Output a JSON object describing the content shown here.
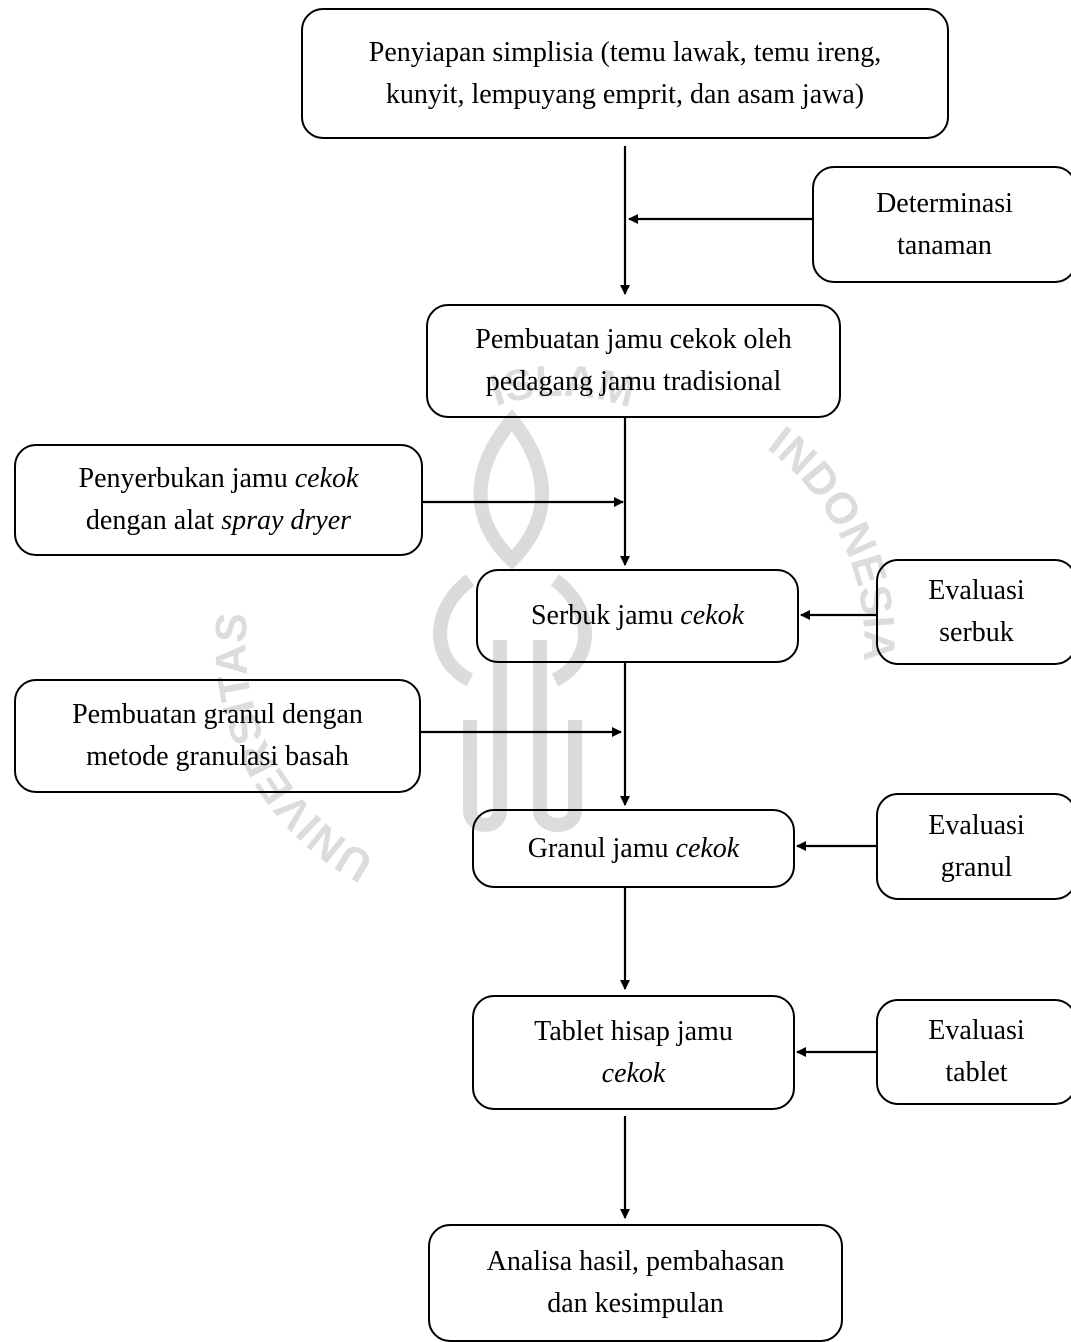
{
  "watermark": {
    "top_text": "ISLAM",
    "left_text": "UNIVERSITAS",
    "right_text": "INDONESIA"
  },
  "boxes": {
    "preparation": {
      "line1": "Penyiapan simplisia (temu lawak, temu ireng,",
      "line2": "kunyit, lempuyang emprit, dan asam jawa)"
    },
    "determination": {
      "line1": "Determinasi",
      "line2": "tanaman"
    },
    "making_jamu": {
      "line1": "Pembuatan jamu cekok oleh",
      "line2": "pedagang jamu tradisional"
    },
    "powdering": {
      "line1_a": "Penyerbukan jamu ",
      "line1_b": "cekok",
      "line2_a": "dengan alat ",
      "line2_b": "spray dryer"
    },
    "powder": {
      "text_a": "Serbuk jamu ",
      "text_b": "cekok"
    },
    "powder_eval": {
      "line1": "Evaluasi",
      "line2": "serbuk"
    },
    "granulation": {
      "line1": "Pembuatan granul dengan",
      "line2": "metode granulasi basah"
    },
    "granule": {
      "text_a": "Granul jamu ",
      "text_b": "cekok"
    },
    "granule_eval": {
      "line1": "Evaluasi",
      "line2": "granul"
    },
    "tablet": {
      "line1": "Tablet hisap jamu",
      "line2": "cekok"
    },
    "tablet_eval": {
      "line1": "Evaluasi",
      "line2": "tablet"
    },
    "analysis": {
      "line1": "Analisa hasil, pembahasan",
      "line2": "dan kesimpulan"
    }
  }
}
